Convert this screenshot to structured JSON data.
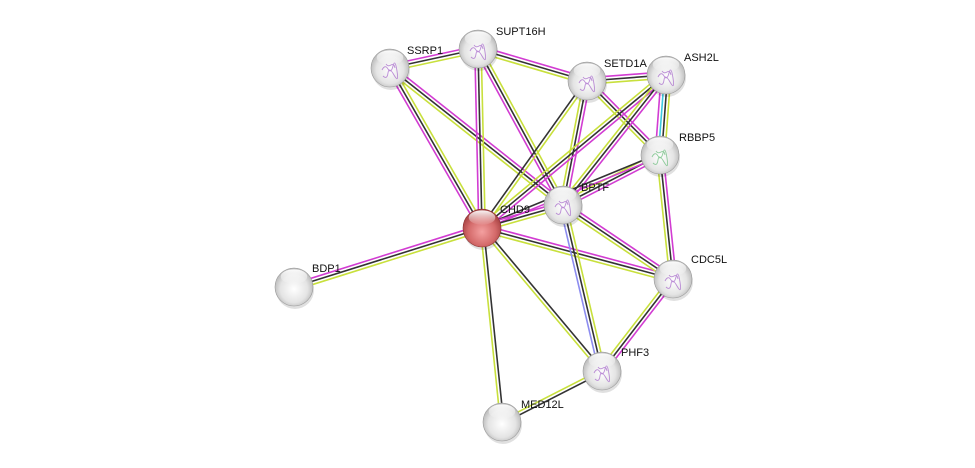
{
  "title": "Protein interaction network",
  "colors": {
    "yellow": "#c8e03c",
    "black": "#333333",
    "magenta": "#d23cd2",
    "blue": "#8c8cf0",
    "cyan": "#3cc8e0",
    "query_node": "#d46a6a",
    "node": "#e8e8e8"
  },
  "nodes": [
    {
      "id": "SSRP1",
      "label": "SSRP1",
      "query": false,
      "structure": true
    },
    {
      "id": "SUPT16H",
      "label": "SUPT16H",
      "query": false,
      "structure": true
    },
    {
      "id": "SETD1A",
      "label": "SETD1A",
      "query": false,
      "structure": true
    },
    {
      "id": "ASH2L",
      "label": "ASH2L",
      "query": false,
      "structure": true
    },
    {
      "id": "RBBP5",
      "label": "RBBP5",
      "query": false,
      "structure": true
    },
    {
      "id": "BPTF",
      "label": "BPTF",
      "query": false,
      "structure": true
    },
    {
      "id": "CHD9",
      "label": "CHD9",
      "query": true,
      "structure": false
    },
    {
      "id": "BDP1",
      "label": "BDP1",
      "query": false,
      "structure": false
    },
    {
      "id": "CDC5L",
      "label": "CDC5L",
      "query": false,
      "structure": true
    },
    {
      "id": "PHF3",
      "label": "PHF3",
      "query": false,
      "structure": true
    },
    {
      "id": "MED12L",
      "label": "MED12L",
      "query": false,
      "structure": false
    }
  ],
  "edges": [
    {
      "source": "SSRP1",
      "target": "SUPT16H",
      "evidence": [
        "magenta",
        "black",
        "yellow"
      ]
    },
    {
      "source": "SSRP1",
      "target": "CHD9",
      "evidence": [
        "yellow",
        "black",
        "magenta"
      ]
    },
    {
      "source": "SSRP1",
      "target": "BPTF",
      "evidence": [
        "magenta",
        "black",
        "yellow"
      ]
    },
    {
      "source": "SUPT16H",
      "target": "CHD9",
      "evidence": [
        "yellow",
        "black",
        "magenta"
      ]
    },
    {
      "source": "SUPT16H",
      "target": "BPTF",
      "evidence": [
        "yellow",
        "black",
        "magenta"
      ]
    },
    {
      "source": "SUPT16H",
      "target": "SETD1A",
      "evidence": [
        "magenta",
        "black",
        "yellow"
      ]
    },
    {
      "source": "SETD1A",
      "target": "ASH2L",
      "evidence": [
        "magenta",
        "black",
        "yellow"
      ]
    },
    {
      "source": "SETD1A",
      "target": "CHD9",
      "evidence": [
        "yellow",
        "black"
      ]
    },
    {
      "source": "SETD1A",
      "target": "BPTF",
      "evidence": [
        "magenta",
        "black",
        "yellow"
      ]
    },
    {
      "source": "SETD1A",
      "target": "RBBP5",
      "evidence": [
        "magenta",
        "black",
        "yellow"
      ]
    },
    {
      "source": "ASH2L",
      "target": "CHD9",
      "evidence": [
        "magenta",
        "black",
        "yellow"
      ]
    },
    {
      "source": "ASH2L",
      "target": "BPTF",
      "evidence": [
        "magenta",
        "black",
        "yellow"
      ]
    },
    {
      "source": "ASH2L",
      "target": "RBBP5",
      "evidence": [
        "yellow",
        "black",
        "cyan",
        "magenta"
      ]
    },
    {
      "source": "RBBP5",
      "target": "BPTF",
      "evidence": [
        "magenta",
        "black",
        "yellow"
      ]
    },
    {
      "source": "RBBP5",
      "target": "CHD9",
      "evidence": [
        "magenta",
        "black"
      ]
    },
    {
      "source": "RBBP5",
      "target": "CDC5L",
      "evidence": [
        "magenta",
        "black",
        "yellow"
      ]
    },
    {
      "source": "CHD9",
      "target": "BPTF",
      "evidence": [
        "magenta",
        "black",
        "yellow"
      ]
    },
    {
      "source": "CHD9",
      "target": "BDP1",
      "evidence": [
        "yellow",
        "black",
        "magenta"
      ]
    },
    {
      "source": "CHD9",
      "target": "CDC5L",
      "evidence": [
        "magenta",
        "black",
        "yellow"
      ]
    },
    {
      "source": "CHD9",
      "target": "PHF3",
      "evidence": [
        "black",
        "yellow"
      ]
    },
    {
      "source": "CHD9",
      "target": "MED12L",
      "evidence": [
        "black",
        "yellow"
      ]
    },
    {
      "source": "BPTF",
      "target": "CDC5L",
      "evidence": [
        "magenta",
        "black",
        "yellow"
      ]
    },
    {
      "source": "BPTF",
      "target": "PHF3",
      "evidence": [
        "yellow",
        "black",
        "blue"
      ]
    },
    {
      "source": "CDC5L",
      "target": "PHF3",
      "evidence": [
        "magenta",
        "black",
        "yellow"
      ]
    },
    {
      "source": "PHF3",
      "target": "MED12L",
      "evidence": [
        "black",
        "yellow"
      ]
    }
  ]
}
